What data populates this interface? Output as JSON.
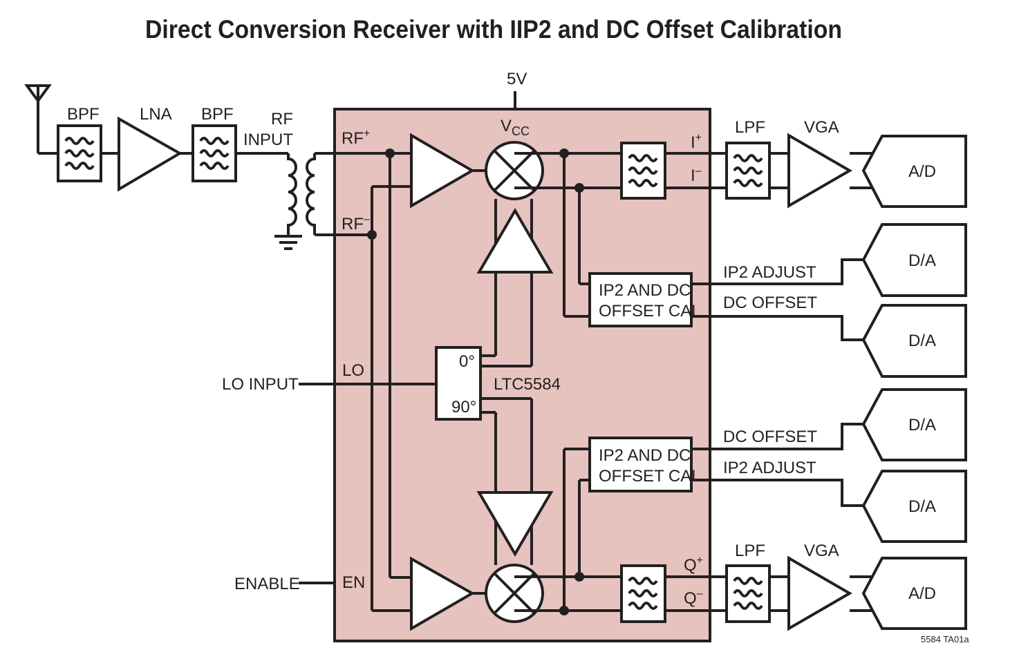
{
  "title": "Direct Conversion Receiver with IIP2 and DC Offset Calibration",
  "chip": {
    "name": "LTC5584",
    "supply": "5V",
    "vcc": "V",
    "vcc_sub": "CC",
    "rf_plus": "RF",
    "rf_plus_sup": "+",
    "rf_minus": "RF",
    "rf_minus_sup": "–",
    "lo_pin": "LO",
    "en_pin": "EN",
    "phase_0": "0°",
    "phase_90": "90°",
    "i_plus": "I",
    "i_plus_sup": "+",
    "i_minus": "I",
    "i_minus_sup": "–",
    "q_plus": "Q",
    "q_plus_sup": "+",
    "q_minus": "Q",
    "q_minus_sup": "–",
    "cal_block_line1": "IP2 AND DC",
    "cal_block_line2": "OFFSET CAL"
  },
  "front_end": {
    "bpf1": "BPF",
    "lna": "LNA",
    "bpf2": "BPF",
    "rf_input_line1": "RF",
    "rf_input_line2": "INPUT"
  },
  "inputs": {
    "lo_input": "LO INPUT",
    "enable": "ENABLE"
  },
  "outputs": {
    "lpf_i": "LPF",
    "vga_i": "VGA",
    "ad_i": "A/D",
    "ip2_adjust_i": "IP2 ADJUST",
    "dc_offset_i": "DC OFFSET",
    "da_1": "D/A",
    "da_2": "D/A",
    "dc_offset_q": "DC OFFSET",
    "ip2_adjust_q": "IP2 ADJUST",
    "da_3": "D/A",
    "da_4": "D/A",
    "lpf_q": "LPF",
    "vga_q": "VGA",
    "ad_q": "A/D"
  },
  "figure_id": "5584 TA01a",
  "colors": {
    "chip_fill": "#e6c3bf",
    "line": "#231f20"
  }
}
